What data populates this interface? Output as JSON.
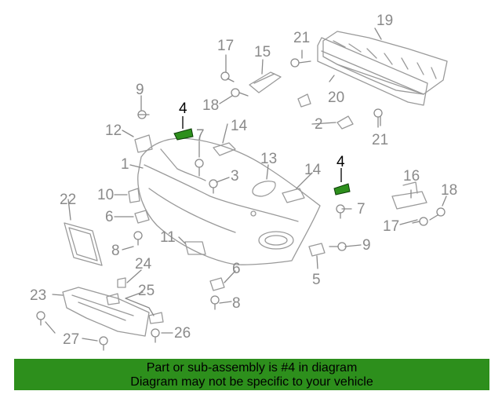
{
  "diagram": {
    "part_color": "#9a9a9a",
    "callout_color": "#8a8a8a",
    "highlight_color": "#2d8f1c",
    "callouts": [
      "19",
      "21",
      "17",
      "15",
      "20",
      "9",
      "18",
      "4",
      "12",
      "7",
      "14",
      "2",
      "21",
      "1",
      "4",
      "13",
      "3",
      "14",
      "16",
      "18",
      "22",
      "10",
      "7",
      "6",
      "17",
      "11",
      "8",
      "9",
      "24",
      "6",
      "5",
      "25",
      "23",
      "8",
      "26",
      "27"
    ]
  },
  "banner": {
    "background": "#2d8f1c",
    "line1": "Part or sub-assembly is #4 in diagram",
    "line2": "Diagram may not be specific to your vehicle"
  }
}
